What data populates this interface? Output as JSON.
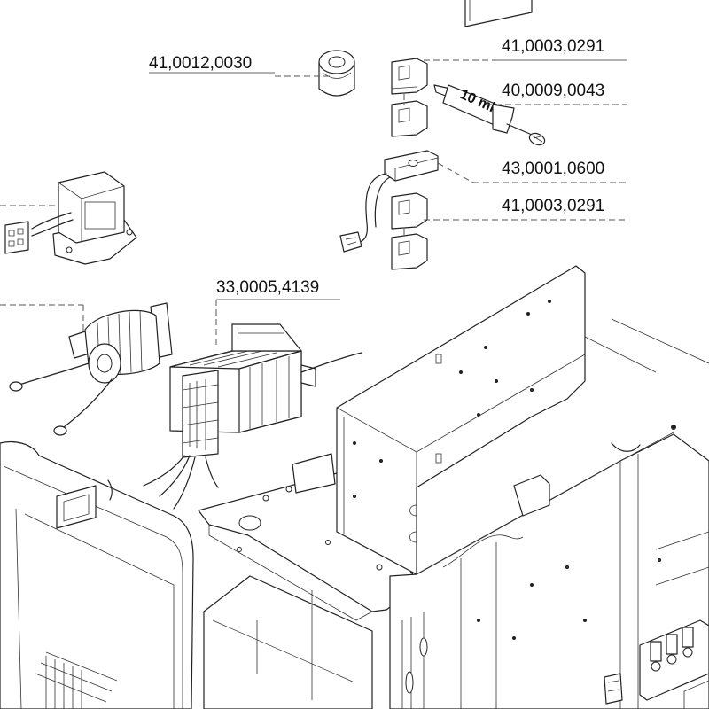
{
  "part_labels": {
    "toroid_core": "41,0012,0030",
    "thermal_switch_upper": "41,0003,0291",
    "thermal_paste_syringe": "40,0009,0043",
    "sensor_board": "43,0001,0600",
    "thermal_switch_lower": "41,0003,0291",
    "main_transformer": "33,0005,4139"
  },
  "syringe_marking": "10 ml",
  "colors": {
    "line": "#222222",
    "background": "#ffffff",
    "leader": "#555555"
  }
}
